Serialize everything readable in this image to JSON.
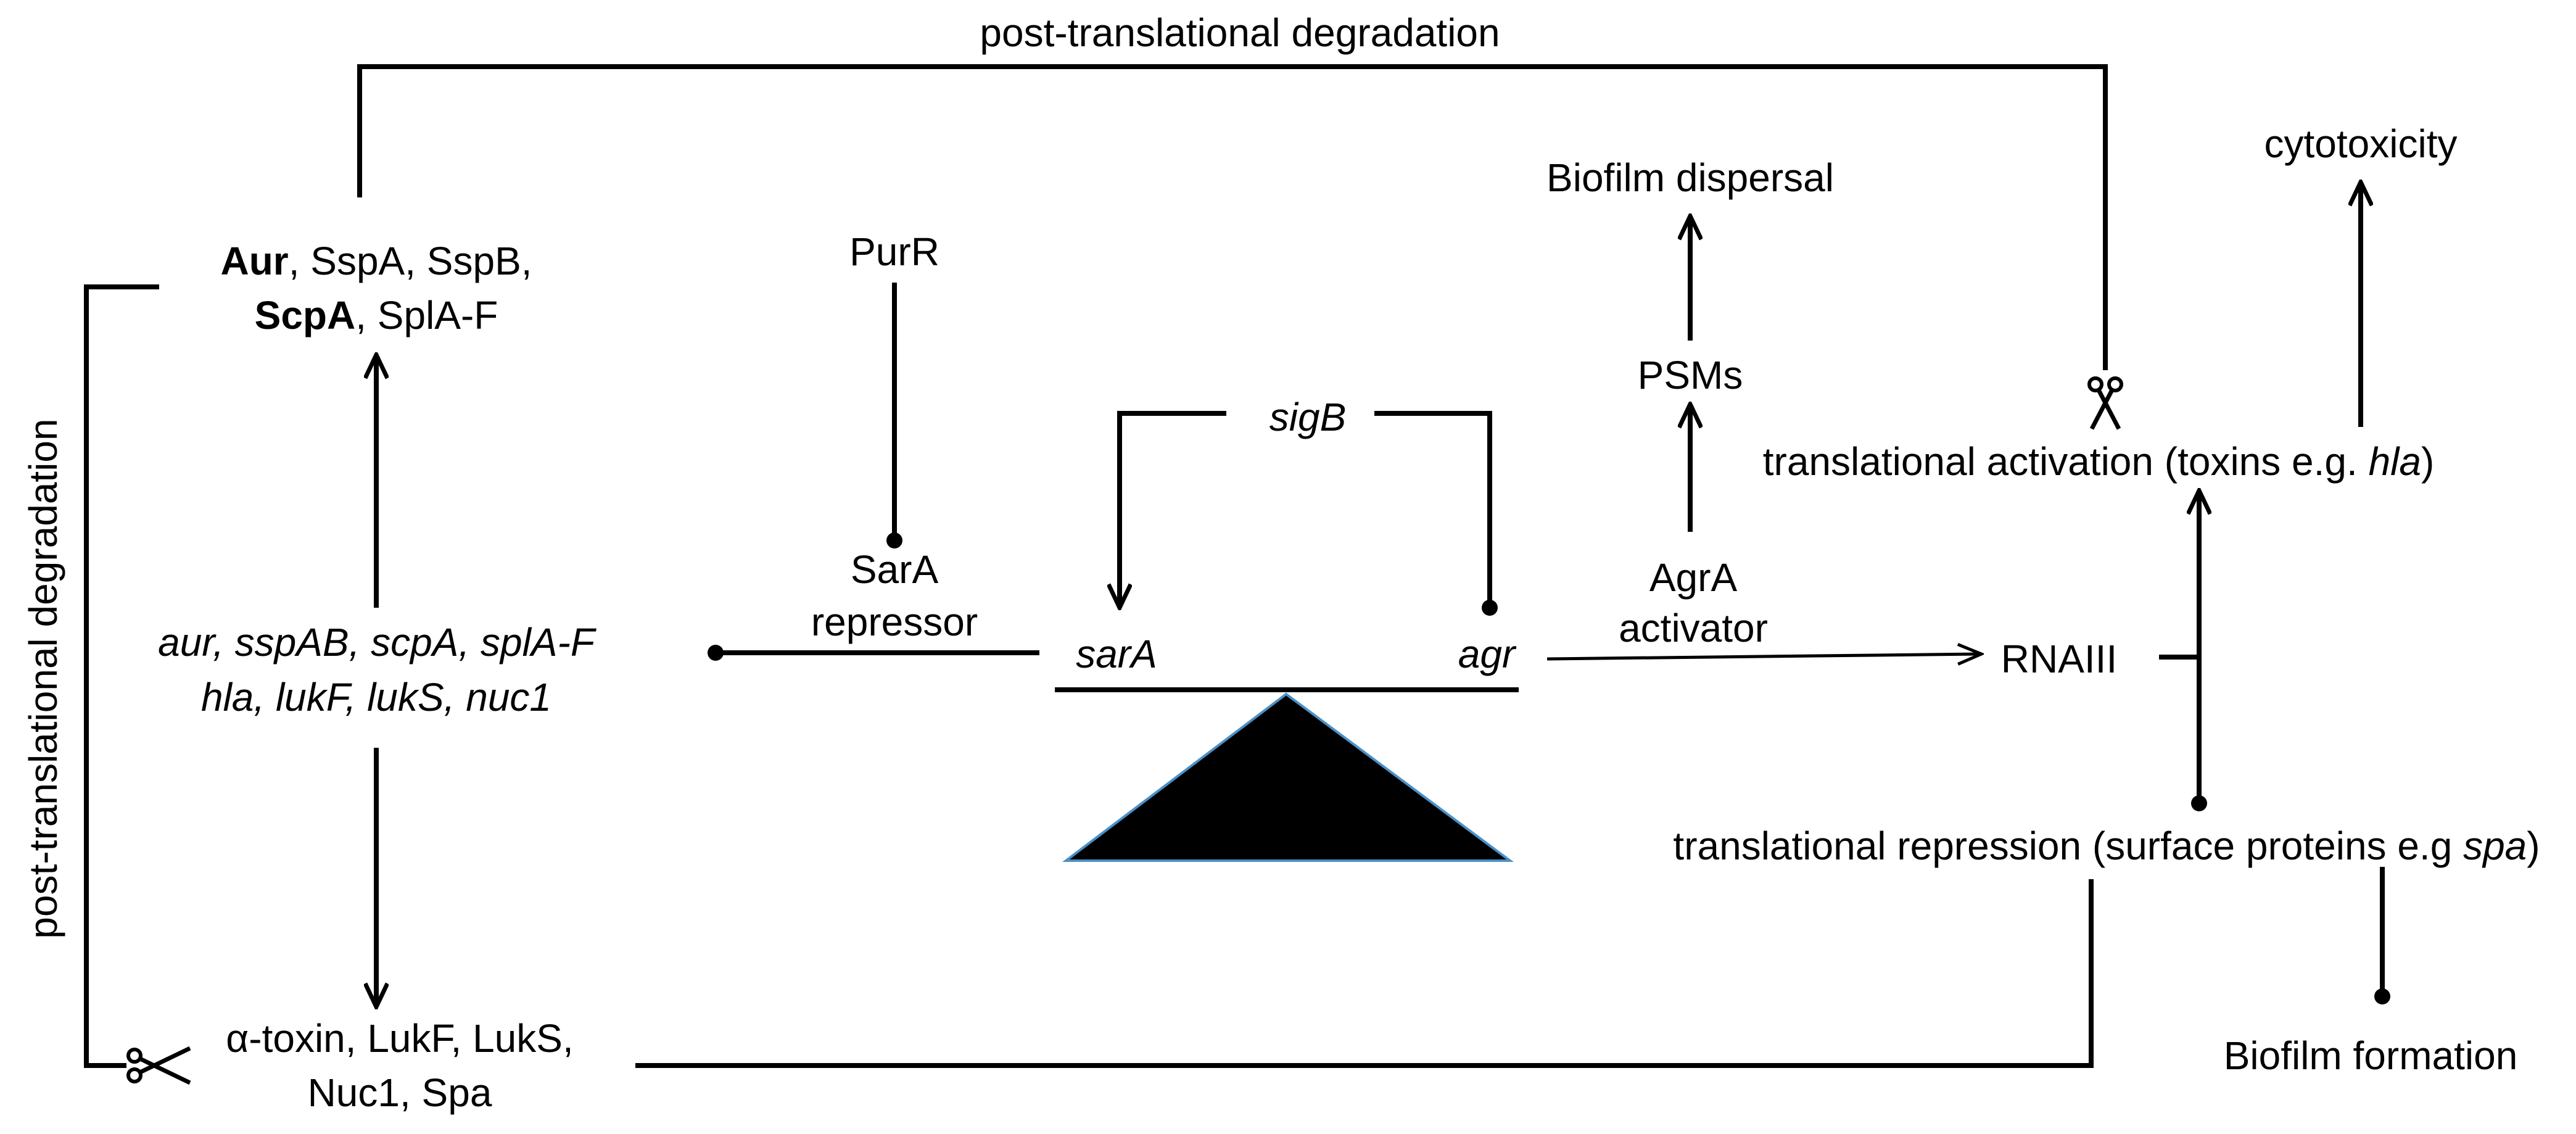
{
  "top_label": "post-translational degradation",
  "left_label": "post-translational degradation",
  "proteases": {
    "line1": {
      "bold": "Aur",
      "rest": ", SspA, SspB,"
    },
    "line2": {
      "bold": "ScpA",
      "rest": ", SplA-F"
    }
  },
  "genes": {
    "line1": "aur, sspAB, scpA, splA-F",
    "line2": "hla, lukF, lukS, nuc1"
  },
  "toxins": {
    "line1": "α-toxin, LukF, LukS,",
    "line2": "Nuc1, Spa"
  },
  "purR": "PurR",
  "sarA_repressor": {
    "line1": "SarA",
    "line2": "repressor"
  },
  "sigB": "sigB",
  "sarA": "sarA",
  "agr": "agr",
  "agrA_activator": {
    "line1": "AgrA",
    "line2": "activator"
  },
  "rnaiii": "RNAIII",
  "psms": "PSMs",
  "biofilm_dispersal": "Biofilm dispersal",
  "cytotoxicity": "cytotoxicity",
  "translational_activation": {
    "prefix": "translational activation (toxins e.g. ",
    "italic": "hla",
    "suffix": ")"
  },
  "translational_repression": {
    "prefix": "translational repression (surface proteins e.g ",
    "italic": "spa",
    "suffix": ")"
  },
  "biofilm_formation": "Biofilm formation",
  "colors": {
    "line": "#000000",
    "balance_fill": "#000000",
    "balance_edge": "#4a90c8"
  }
}
